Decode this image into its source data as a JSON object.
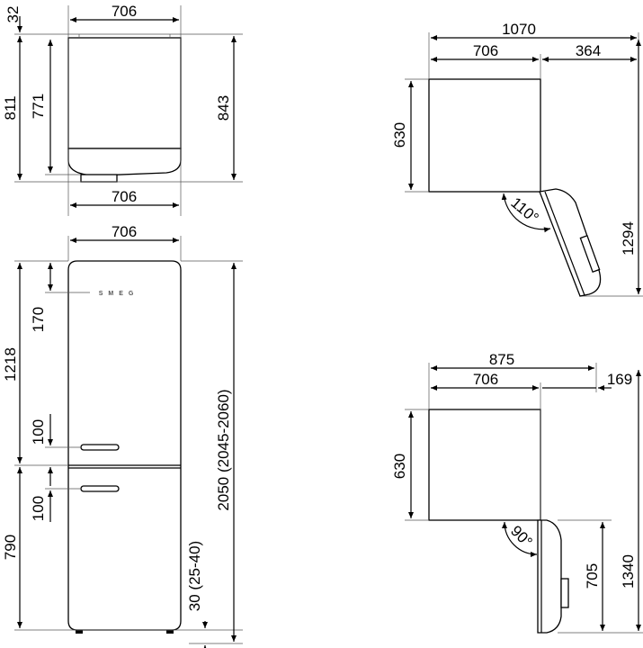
{
  "top_view": {
    "width_top": "706",
    "hinge_offset": "32",
    "depth_total": "811",
    "depth_body": "771",
    "depth_with_door": "843",
    "width_bottom": "706"
  },
  "front_view": {
    "width": "706",
    "logo": "SMEG",
    "fridge_height": "1218",
    "logo_offset": "170",
    "handle_upper_offset": "100",
    "handle_lower_offset": "100",
    "freezer_height": "790",
    "total_height": "2050 (2045-2060)",
    "feet_height": "30 (25-40)"
  },
  "open_110_view": {
    "total_width": "1070",
    "body_width": "706",
    "door_overhang": "364",
    "depth": "630",
    "total_depth": "1294",
    "angle": "110°"
  },
  "open_90_view": {
    "total_width": "875",
    "body_width": "706",
    "door_overhang": "169",
    "depth": "630",
    "total_depth": "1340",
    "door_depth": "705",
    "angle": "90°"
  }
}
